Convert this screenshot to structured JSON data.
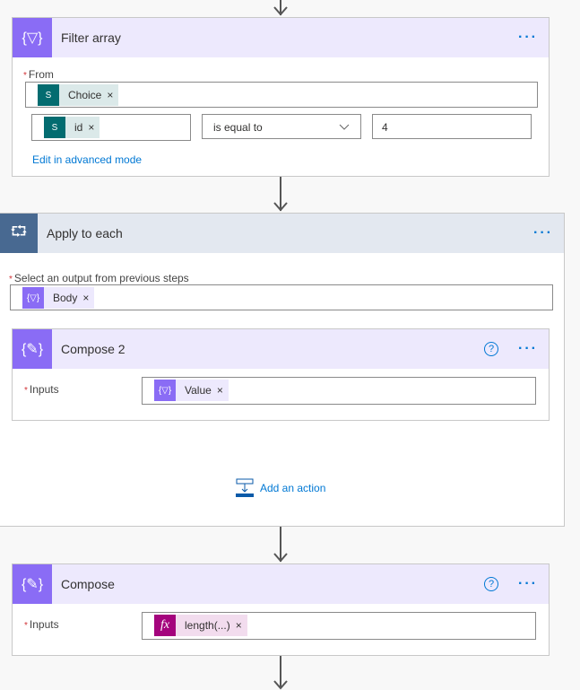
{
  "filter_array": {
    "title": "Filter array",
    "more": "···",
    "from_label": "From",
    "from_token": "Choice",
    "cond_left_token": "id",
    "cond_operator": "is equal to",
    "cond_value": "4",
    "advanced_link": "Edit in advanced mode",
    "icon": "filter-braces-icon"
  },
  "apply_to_each": {
    "title": "Apply to each",
    "more": "···",
    "select_label": "Select an output from previous steps",
    "select_token": "Body",
    "add_action": "Add an action",
    "icon": "loop-icon"
  },
  "compose2": {
    "title": "Compose 2",
    "more": "···",
    "help": "?",
    "inputs_label": "Inputs",
    "inputs_token": "Value"
  },
  "compose": {
    "title": "Compose",
    "more": "···",
    "help": "?",
    "inputs_label": "Inputs",
    "inputs_token": "length(...)",
    "token_icon": "fx"
  },
  "token_close": "×",
  "required_mark": "*",
  "colors": {
    "accent": "#0078d4",
    "action_purple": "#8a6cf5",
    "sharepoint": "#036c70",
    "loop": "#486991",
    "expression": "#a4047d"
  }
}
